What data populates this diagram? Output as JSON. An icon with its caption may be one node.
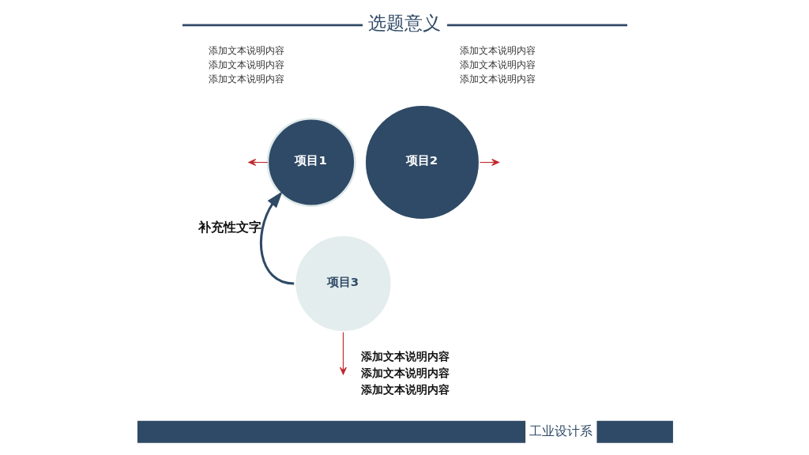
{
  "diagram": {
    "title": "选题意义",
    "nodes": [
      {
        "text": [
          "项目1"
        ],
        "beside": [
          "添加文本说明内容",
          "添加文本说明内容",
          "添加文本说明内容"
        ]
      },
      {
        "text": [
          "项目2"
        ],
        "beside": [
          "添加文本说明内容",
          "添加文本说明内容",
          "添加文本说明内容"
        ]
      },
      {
        "text": [
          "项目3"
        ],
        "beside": [
          "添加文本说明内容",
          "添加文本说明内容",
          "添加文本说明内容"
        ]
      }
    ],
    "edges": [
      {
        "from": 0,
        "to": null,
        "arrow": "to"
      },
      {
        "from": 1,
        "to": null,
        "arrow": "to"
      },
      {
        "from": 2,
        "to": null,
        "arrow": "to"
      },
      {
        "from": 2,
        "to": 0,
        "arrow": "to",
        "label": "补充性文字",
        "style": "thick",
        "color": "#2f4a66"
      }
    ],
    "labels": [
      "工业设计系"
    ]
  }
}
